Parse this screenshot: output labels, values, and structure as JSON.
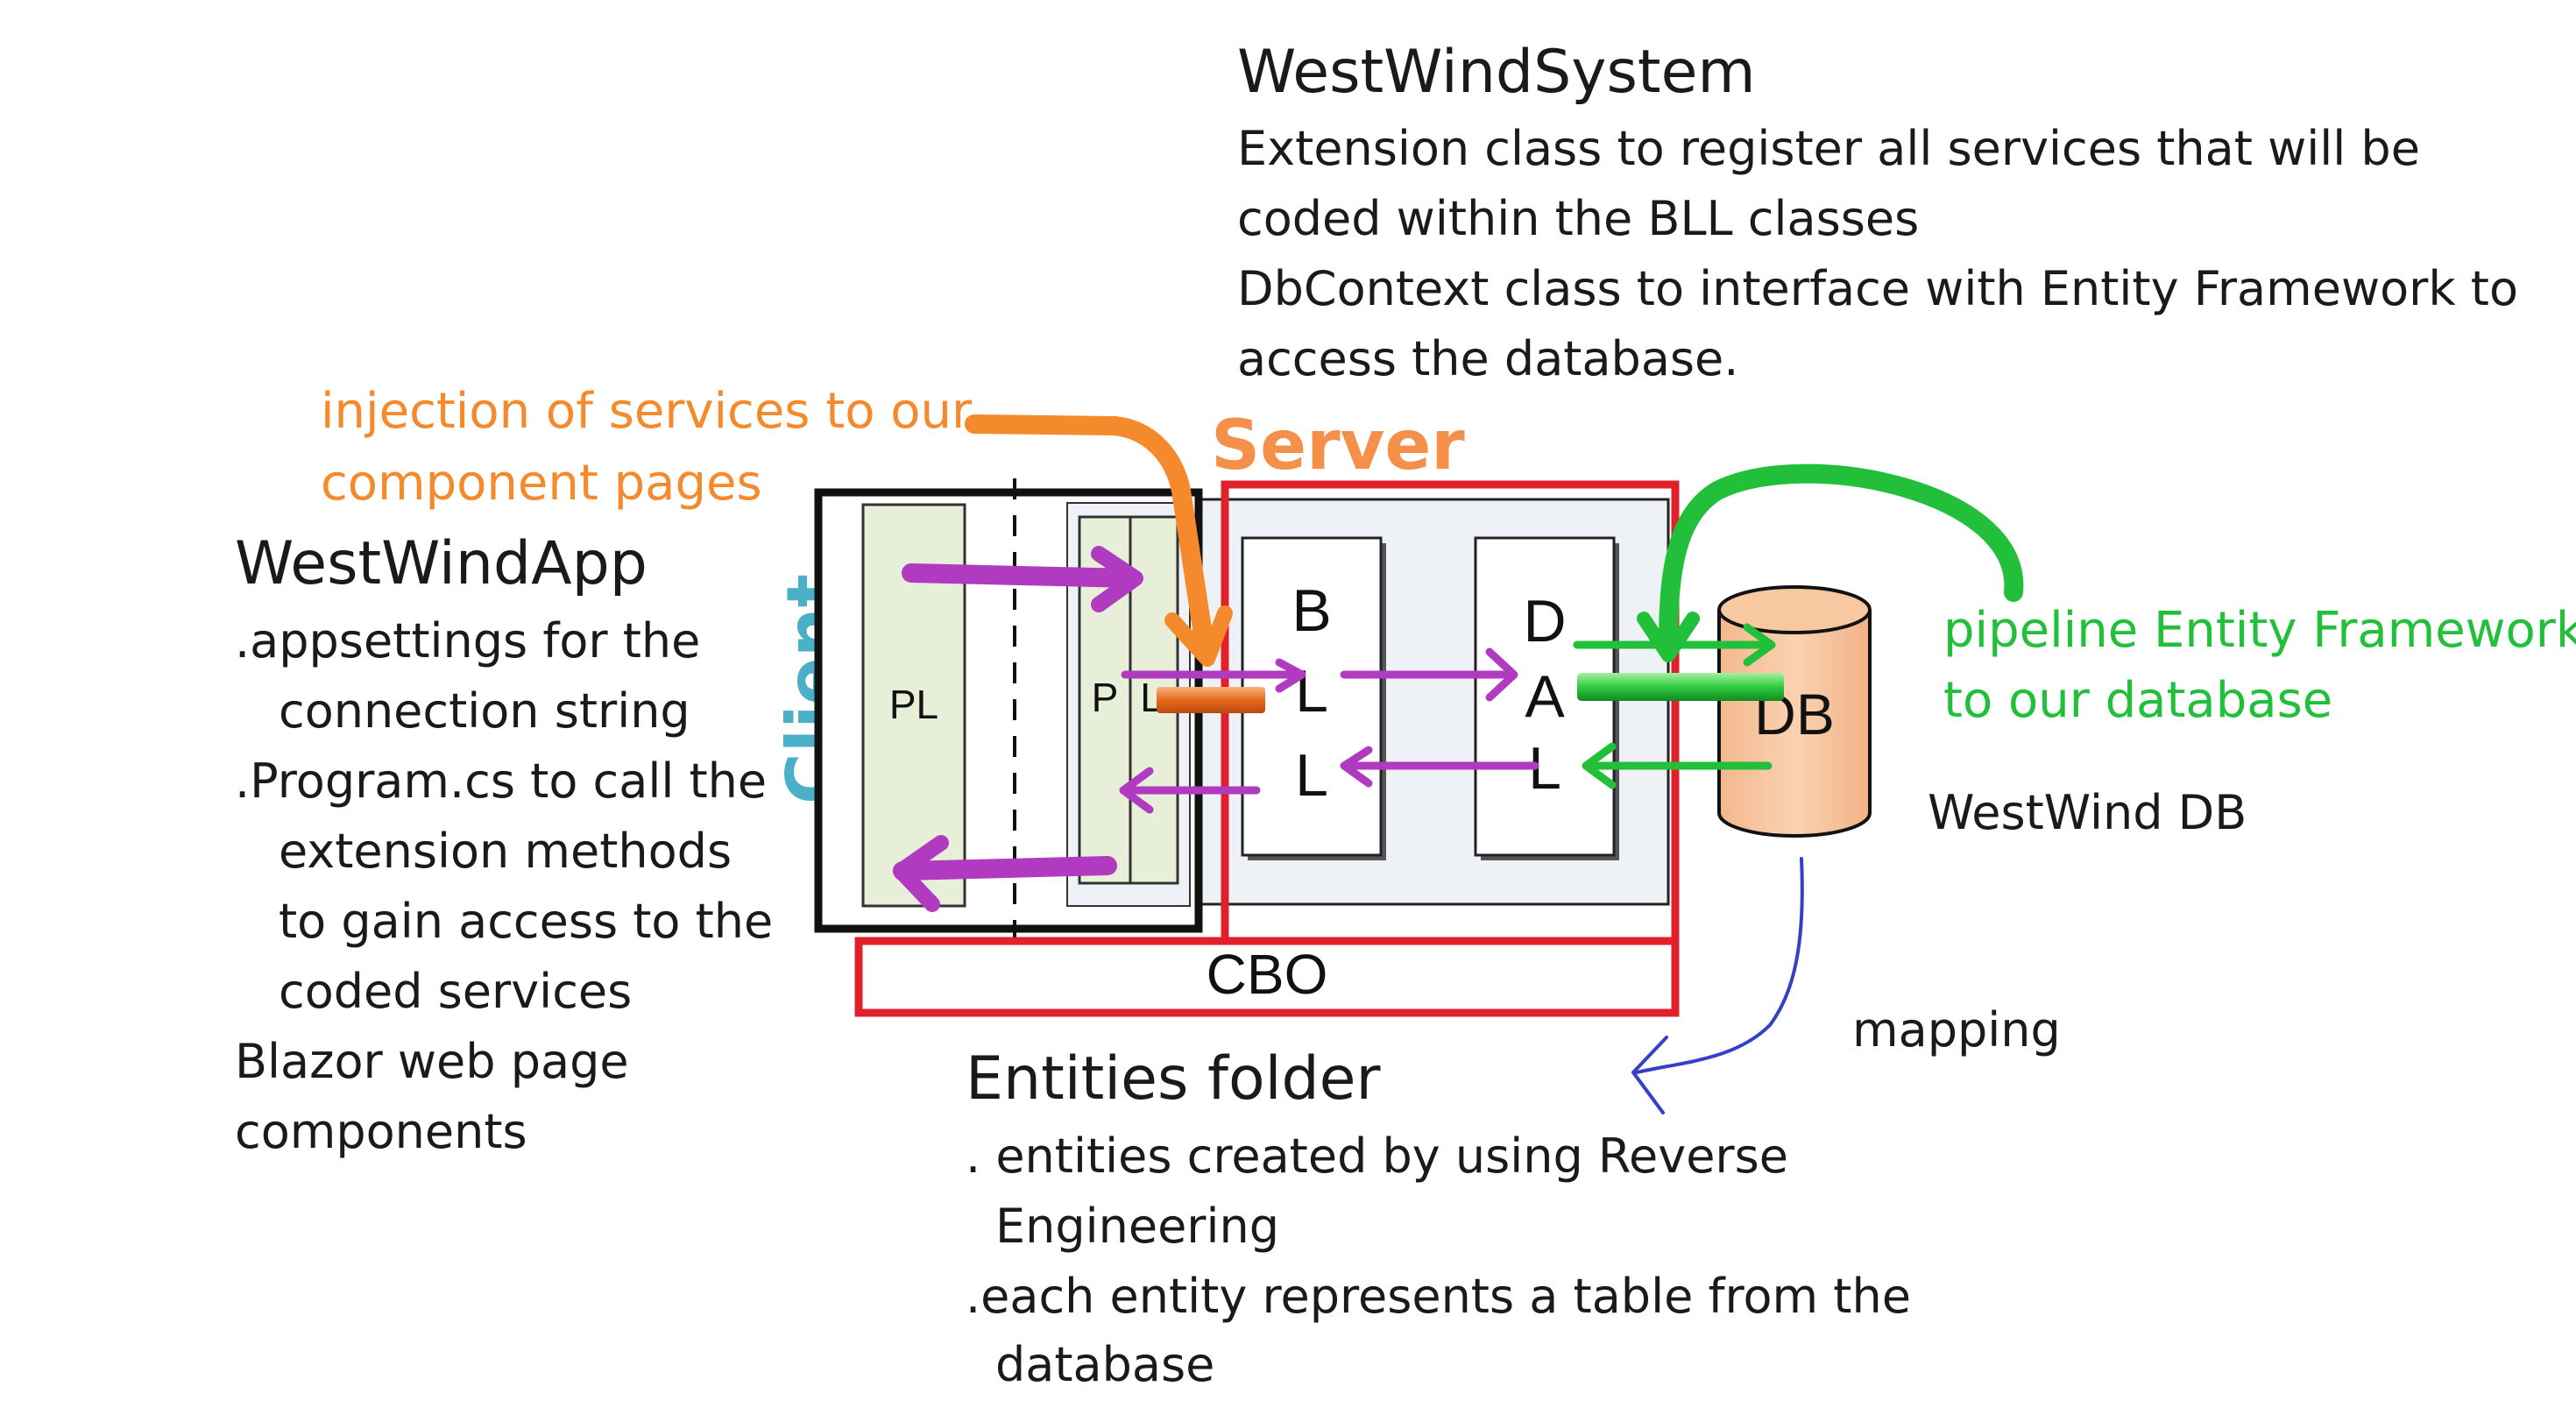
{
  "westwind_system": {
    "title": "WestWindSystem",
    "lines": [
      "Extension class to register all services that will be",
      "coded within the BLL classes",
      "DbContext class to interface with Entity Framework to",
      "access the database."
    ]
  },
  "injection_note": {
    "lines": [
      "injection of services to our",
      "component pages"
    ],
    "color": "#F58A2C"
  },
  "server_label": {
    "text": "Server",
    "color": "#F5904A"
  },
  "client_label": {
    "text": "Client",
    "color": "#4BAFC8"
  },
  "westwind_app": {
    "title": "WestWindApp",
    "lines": [
      ".appsettings for the",
      "connection string",
      ".Program.cs to call the",
      "extension methods",
      "to gain access to the",
      "coded services",
      "Blazor web page",
      "components"
    ]
  },
  "pipeline_note": {
    "lines": [
      "pipeline Entity Framework",
      "to our database"
    ],
    "color": "#22C03A"
  },
  "diagram": {
    "pl_left": "PL",
    "pl_right_p": "P",
    "pl_right_l": "L",
    "bll_letters": [
      "B",
      "L",
      "L"
    ],
    "dal_letters": [
      "D",
      "A",
      "L"
    ],
    "db": "DB",
    "cbo": "CBO"
  },
  "db_caption": "WestWind DB",
  "mapping_label": "mapping",
  "entities": {
    "title": "Entities folder",
    "lines": [
      ". entities created by using Reverse",
      "Engineering",
      ".each entity represents a table from the",
      "database"
    ]
  },
  "colors": {
    "purple_arrow": "#B03AC0",
    "green_arrow": "#22C03A",
    "red_box": "#E0202A",
    "blue_mapping": "#3440C8",
    "db_fill": "#F8C8A0",
    "panel_fill": "#E8EFD8",
    "server_fill": "#EEF1F6"
  }
}
